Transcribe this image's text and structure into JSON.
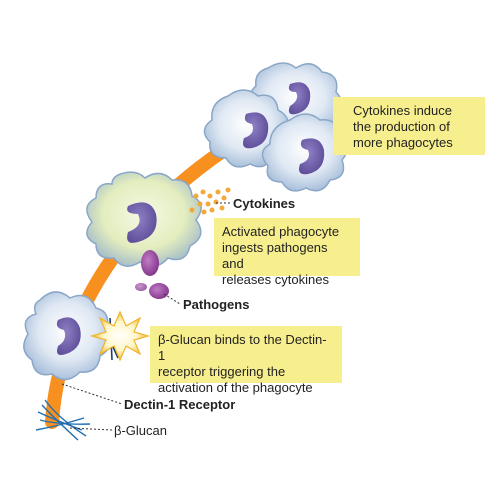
{
  "labels": {
    "cytokines": "Cytokines",
    "pathogens": "Pathogens",
    "dectin_receptor": "Dectin-1 Receptor",
    "beta_glucan": "β-Glucan"
  },
  "callouts": {
    "cytokines_induce": "Cytokines induce\nthe production of\nmore phagocytes",
    "activated_phagocyte": "Activated phagocyte\ningests pathogens and\nreleases cytokines",
    "glucan_binds": "β-Glucan binds to the Dectin-1\nreceptor triggering the\nactivation of the phagocyte"
  },
  "colors": {
    "arrow": "#f7901e",
    "callout": "#f7ef8e",
    "cell_membrane": "#b8cde4",
    "activated_cell": "#e3edbe",
    "nucleus": "#6f5fa8",
    "pathogen": "#9b4e9e",
    "cytokine_dot": "#f2a93b",
    "glucan": "#1f6fb2"
  }
}
